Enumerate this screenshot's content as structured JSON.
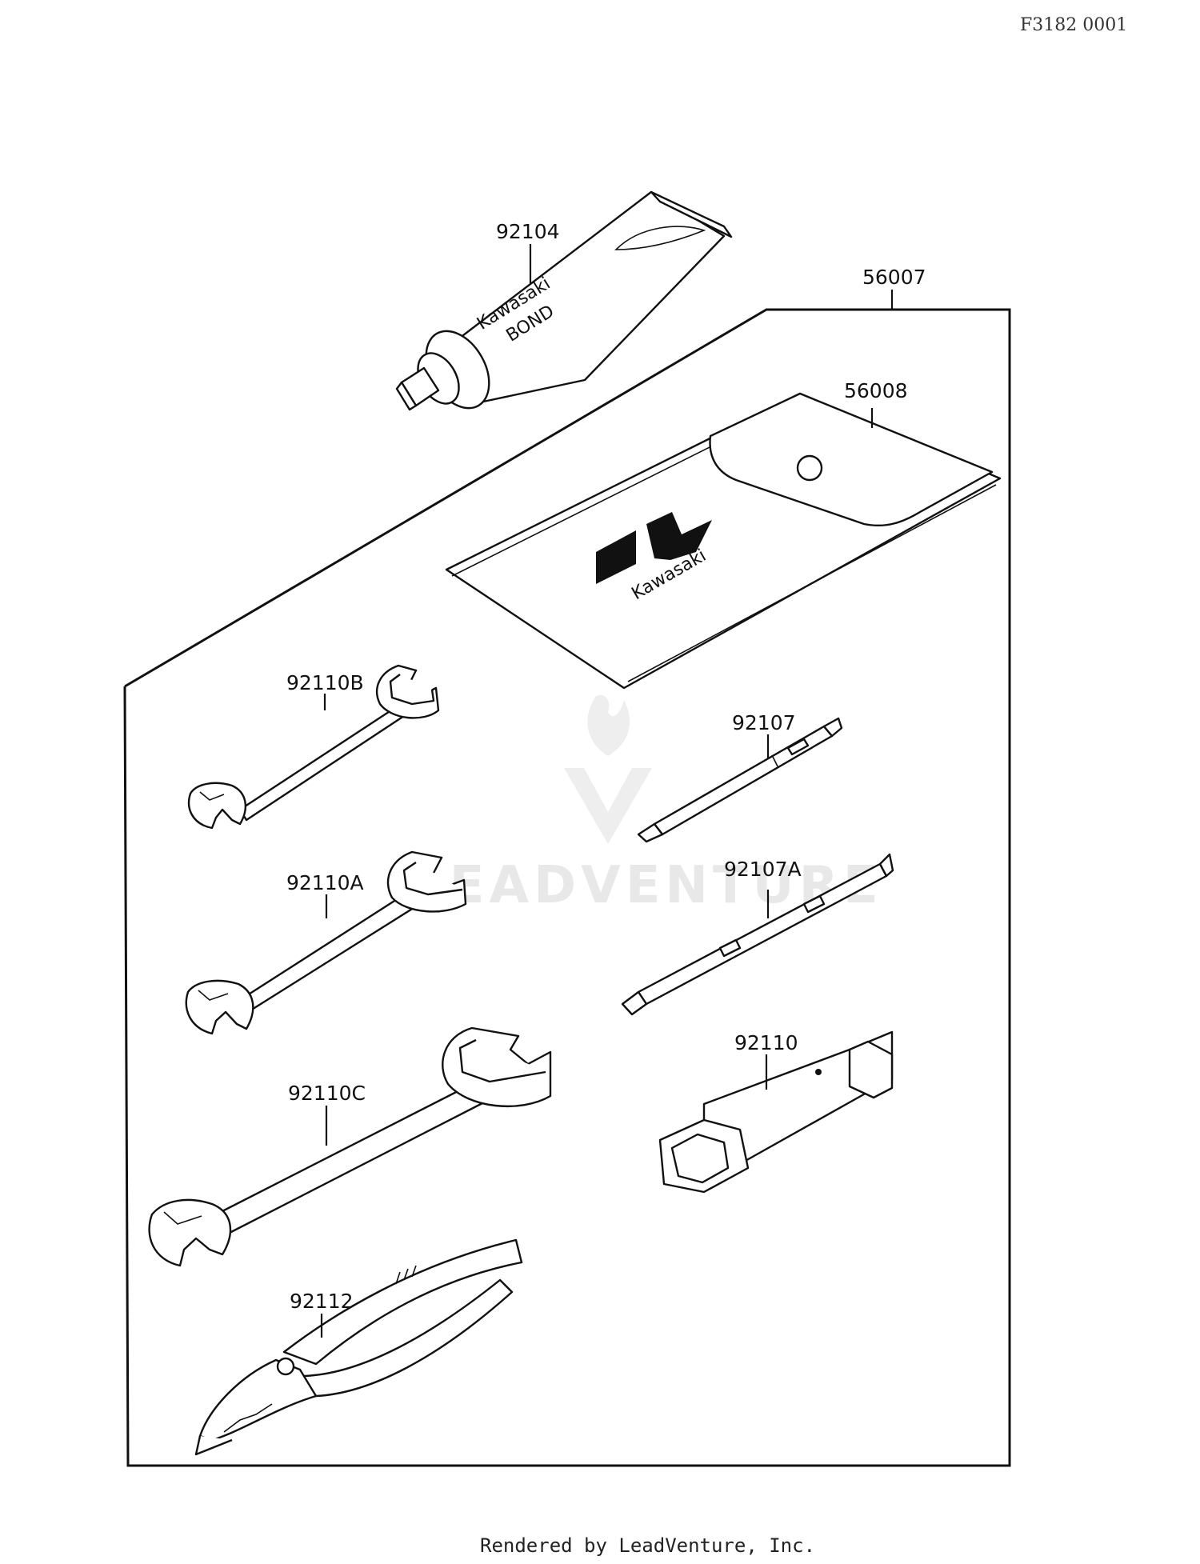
{
  "diagram": {
    "reference_code": "F3182 0001",
    "footer": "Rendered by LeadVenture, Inc.",
    "watermark": "LEADVENTURE",
    "parts": [
      {
        "id": "92104",
        "label": "92104"
      },
      {
        "id": "56007",
        "label": "56007"
      },
      {
        "id": "56008",
        "label": "56008"
      },
      {
        "id": "92110B",
        "label": "92110B"
      },
      {
        "id": "92107",
        "label": "92107"
      },
      {
        "id": "92110A",
        "label": "92110A"
      },
      {
        "id": "92107A",
        "label": "92107A"
      },
      {
        "id": "92110",
        "label": "92110"
      },
      {
        "id": "92110C",
        "label": "92110C"
      },
      {
        "id": "92112",
        "label": "92112"
      }
    ],
    "tube_print": [
      "Kawasaki",
      "BOND"
    ],
    "pouch_print": "Kawasaki"
  }
}
